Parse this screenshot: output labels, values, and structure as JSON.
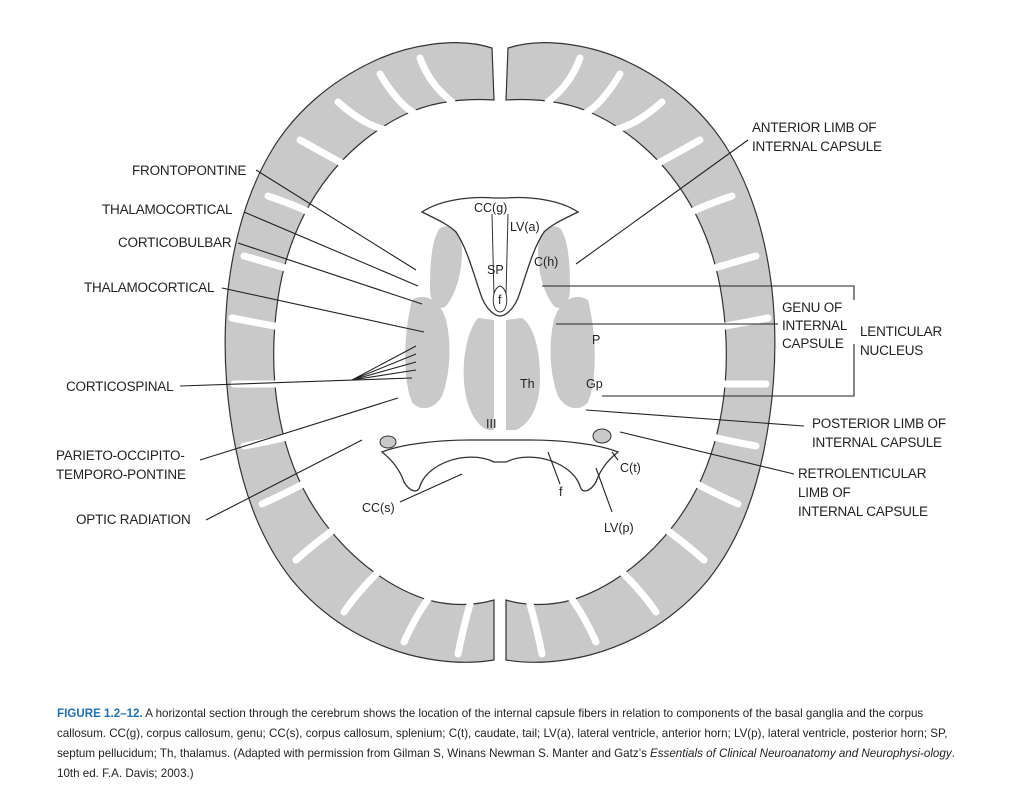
{
  "colors": {
    "gray_matter": "#c9c9c9",
    "outline": "#333333",
    "label": "#222222",
    "figure_number": "#1f6fb2"
  },
  "labels": {
    "frontopontine": "FRONTOPONTINE",
    "thalamocortical_1": "THALAMOCORTICAL",
    "corticobulbar": "CORTICOBULBAR",
    "thalamocortical_2": "THALAMOCORTICAL",
    "corticospinal": "CORTICOSPINAL",
    "parieto_line1": "PARIETO-OCCIPITO-",
    "parieto_line2": "TEMPORO-PONTINE",
    "optic_radiation": "OPTIC RADIATION",
    "anterior_limb_line1": "ANTERIOR LIMB OF",
    "anterior_limb_line2": "INTERNAL CAPSULE",
    "genu_line1": "GENU OF",
    "genu_line2": "INTERNAL",
    "genu_line3": "CAPSULE",
    "lenticular_line1": "LENTICULAR",
    "lenticular_line2": "NUCLEUS",
    "posterior_limb_line1": "POSTERIOR LIMB OF",
    "posterior_limb_line2": "INTERNAL CAPSULE",
    "retro_line1": "RETROLENTICULAR",
    "retro_line2": "LIMB OF",
    "retro_line3": "INTERNAL CAPSULE"
  },
  "structures": {
    "cc_g": "CC(g)",
    "lv_a": "LV(a)",
    "sp": "SP",
    "f_top": "f",
    "c_h": "C(h)",
    "p": "P",
    "th": "Th",
    "gp": "Gp",
    "iii": "III",
    "f_bottom": "f",
    "c_t": "C(t)",
    "cc_s": "CC(s)",
    "lv_p": "LV(p)"
  },
  "caption": {
    "figure_number": "FIGURE 1.2–12.",
    "text_1": " A horizontal section through the cerebrum shows the location of the internal capsule fibers in relation to components of the basal ganglia and the corpus callosum. CC(g), corpus callosum, genu; CC(s), corpus callosum, splenium; C(t), caudate, tail; LV(a), lateral ventricle, anterior horn; LV(p), lateral ventricle, posterior horn; SP, septum pellucidum; Th, thalamus. (Adapted with permission from Gilman S, Winans Newman S. Manter and Gatz’s ",
    "book_title": "Essentials of Clinical Neuroanatomy and Neurophysi-ology",
    "text_2": ". 10th ed. F.A. Davis; 2003.)"
  }
}
